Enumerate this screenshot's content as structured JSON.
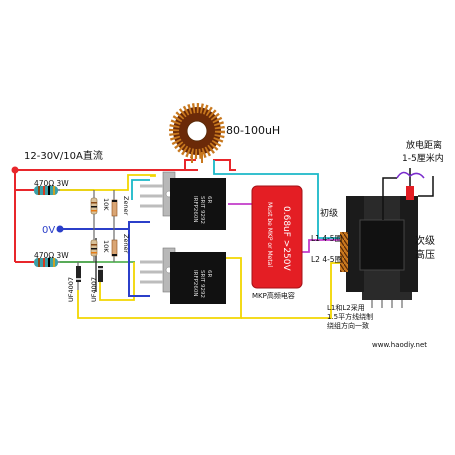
{
  "labels": {
    "inductor": "80-100uH",
    "supply": "12-30V/10A直流",
    "res_top": "470Ω 3W",
    "res_bottom": "470Ω 3W",
    "zero_volt": "0V",
    "zener_top": "Zener",
    "zener_bottom": "Zener",
    "res_10k_top": "10K",
    "res_10k_bottom": "10K",
    "diode_left": "UF4007",
    "diode_right": "UF4007",
    "mosfet_top": "IRFP260N",
    "mosfet_bottom": "IRFP260N",
    "mosfet_sub1": "SRIT 9292",
    "mosfet_sub2": "6R",
    "capacitor_main": "0.68uF >250V",
    "capacitor_sub": "Must be MKP or Metal",
    "capacitor_caption": "MKP高频电容",
    "primary": "初级",
    "l1": "L1 4-5圈",
    "l2": "L2 4-5圈",
    "secondary_line1": "次级",
    "secondary_line2": "高压",
    "arc_line1": "放电距离",
    "arc_line2": "1-5厘米内",
    "note_line1": "L1和L2采用",
    "note_line2": "1.5平方线绕制",
    "note_line3": "绕组方向一致",
    "website": "www.haodiy.net"
  },
  "colors": {
    "supply_wire": "#e8262b",
    "ground_wire": "#2b3fc9",
    "gate_wire_green": "#3aa63a",
    "signal_wire_yellow": "#f2d600",
    "drain_wire_cyan": "#1ab8c8",
    "wire_magenta": "#c23cc9",
    "capacitor_body": "#e41e24",
    "toroid_core": "#8a3a10",
    "copper_winding": "#c8781e",
    "mosfet_body": "#111111",
    "transformer_body": "#1b1b1b",
    "arc": "#7a2ccd"
  }
}
